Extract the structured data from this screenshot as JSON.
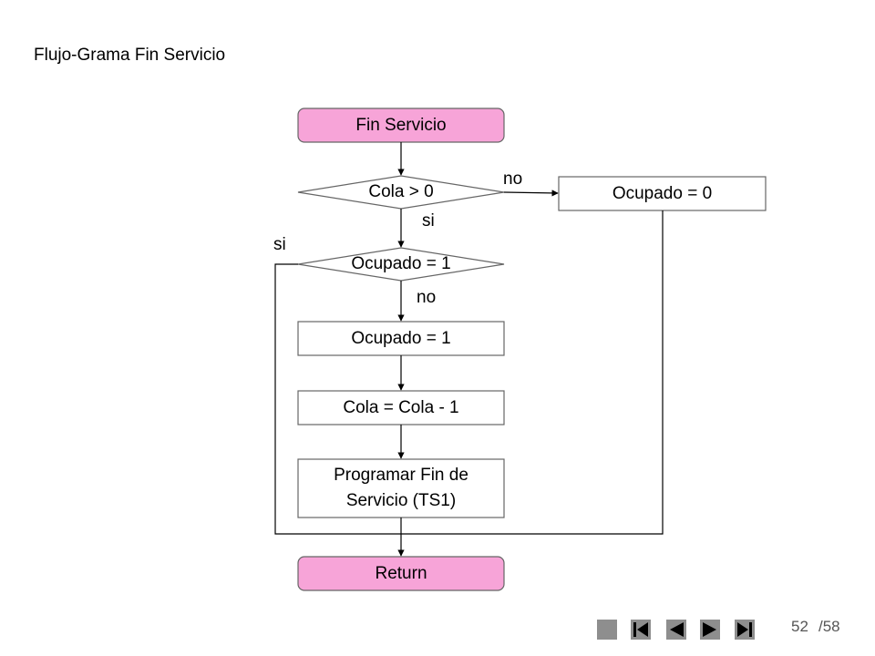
{
  "title": "Flujo-Grama Fin Servicio",
  "nodes": {
    "start": "Fin Servicio",
    "cond_cola": "Cola > 0",
    "set_ocupado_0": "Ocupado = 0",
    "cond_ocupado": "Ocupado = 1",
    "set_ocupado_1": "Ocupado = 1",
    "dec_cola": "Cola = Cola - 1",
    "schedule": "Programar Fin de Servicio (TS1)",
    "end": "Return"
  },
  "edges": {
    "cola_no": "no",
    "cola_si": "si",
    "ocupado_si": "si",
    "ocupado_no": "no"
  },
  "colors": {
    "terminal_fill": "#f7a4d8",
    "node_stroke": "#666666",
    "nav_button": "#8e8e8e"
  },
  "footer": {
    "page_current": "52",
    "page_total": "/58",
    "nav_icons": [
      "first-page-icon",
      "prev-page-icon",
      "next-page-icon",
      "last-page-icon"
    ]
  }
}
